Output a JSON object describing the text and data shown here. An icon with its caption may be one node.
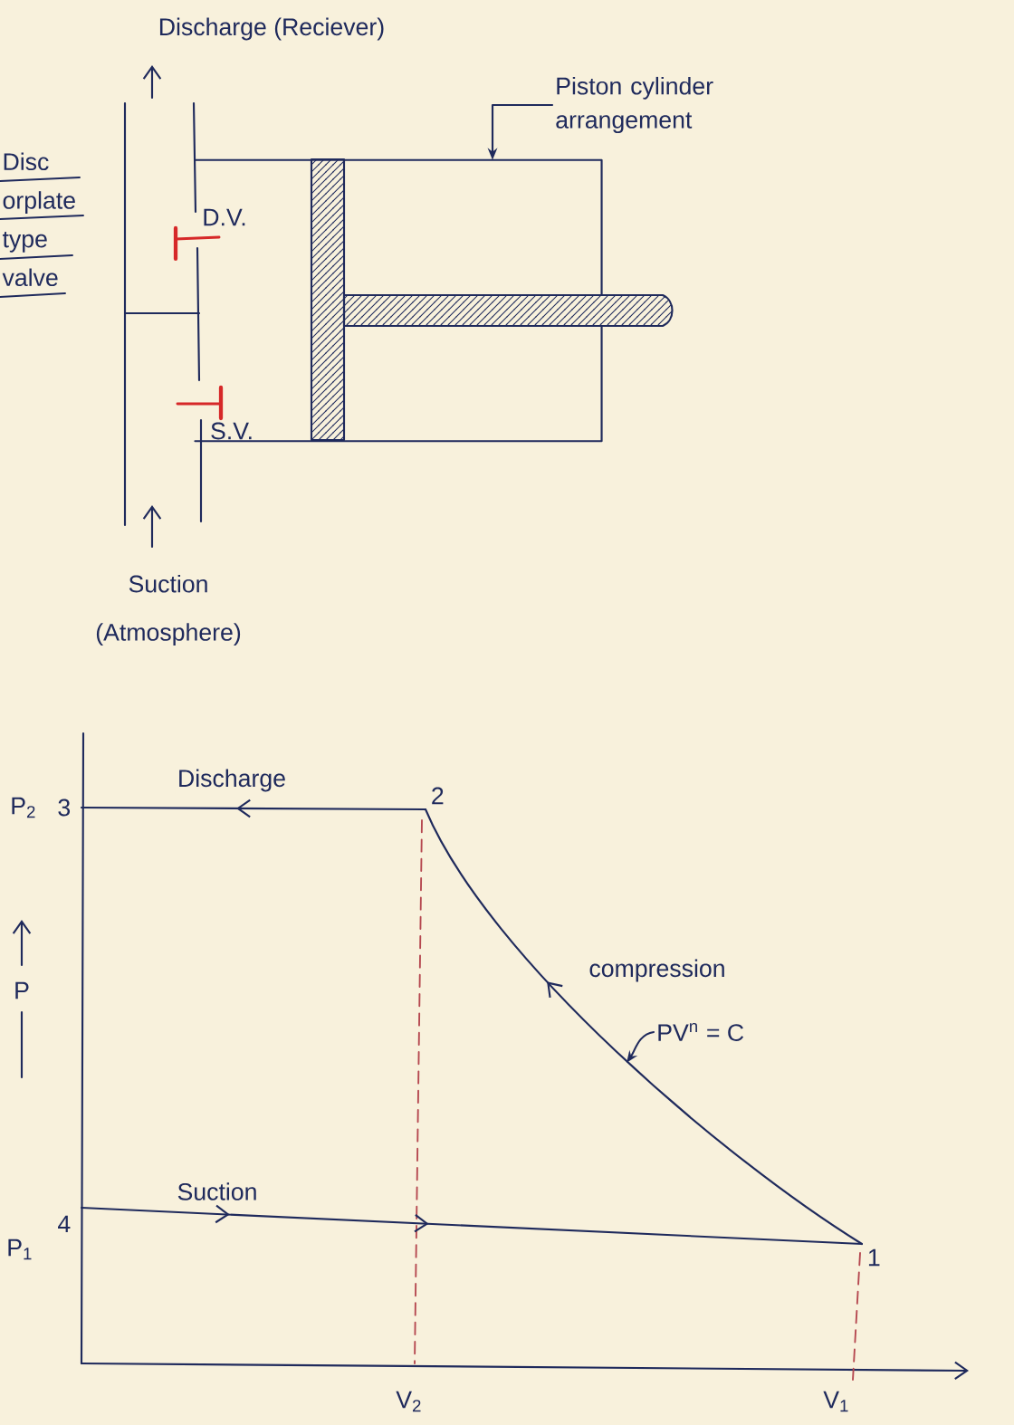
{
  "diagram": {
    "nodes": [
      {
        "text": [
          "Piston cylinder arrangement"
        ]
      },
      {
        "text": [],
        "shape": "box"
      },
      {
        "text": [
          "3"
        ]
      },
      {
        "text": [
          "2"
        ]
      },
      {
        "text": [
          "PV$^{n}$ = C"
        ]
      },
      {
        "text": [
          "4"
        ]
      },
      {
        "text": [
          "1"
        ]
      }
    ],
    "edges": [
      {
        "from": 0,
        "to": 1,
        "arrow": "to"
      },
      {
        "from": 3,
        "to": 2,
        "arrow": "to",
        "label": "Discharge"
      },
      {
        "from": 6,
        "to": 3,
        "arrow": "to",
        "label": "compression"
      },
      {
        "from": 5,
        "to": 6,
        "arrow": "to",
        "label": "Suction"
      },
      {
        "from": 4,
        "to": null,
        "arrow": "to"
      }
    ],
    "labels": [
      "Discharge (Reciever)",
      "Disc orplate type valve",
      "D.V.",
      "S.V.",
      "Suction (Atmosphere)",
      "P$_{2}$",
      "P",
      "P$_{1}$",
      "V$_{2}$",
      "V$_{1}$"
    ]
  }
}
